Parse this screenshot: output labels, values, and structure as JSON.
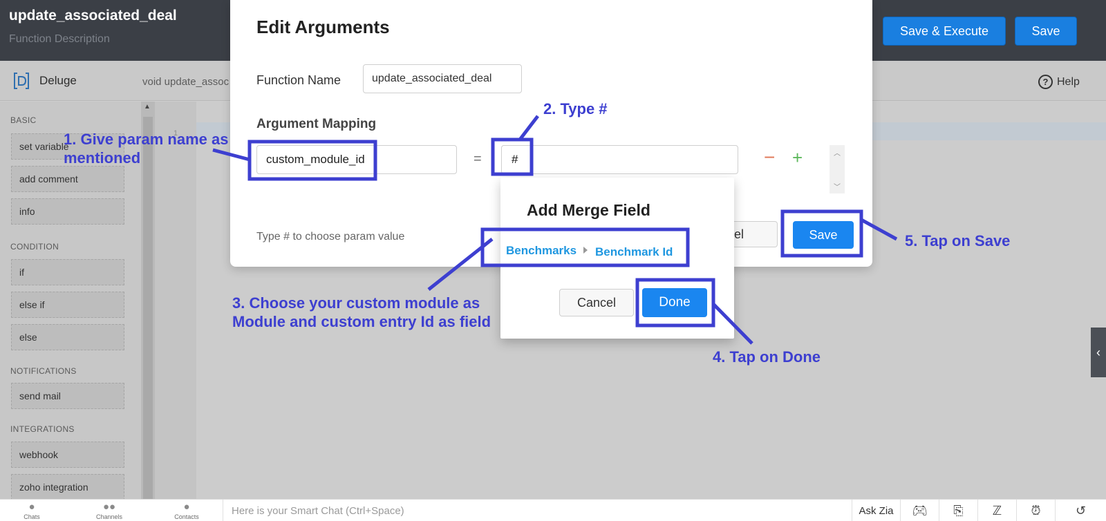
{
  "header": {
    "function_title": "update_associated_deal",
    "function_description": "Function Description",
    "save_execute_label": "Save & Execute",
    "save_label": "Save"
  },
  "subbar": {
    "editor_name": "Deluge",
    "signature_preview": "void  update_assoc",
    "help_label": "Help"
  },
  "sidebar": {
    "sections": [
      {
        "heading": "BASIC",
        "items": [
          "set variable",
          "add comment",
          "info"
        ]
      },
      {
        "heading": "CONDITION",
        "items": [
          "if",
          "else if",
          "else"
        ]
      },
      {
        "heading": "NOTIFICATIONS",
        "items": [
          "send mail"
        ]
      },
      {
        "heading": "INTEGRATIONS",
        "items": [
          "webhook",
          "zoho integration"
        ]
      }
    ]
  },
  "editor": {
    "line_number": "1"
  },
  "modal": {
    "title": "Edit Arguments",
    "function_name_label": "Function Name",
    "function_name_value": "update_associated_deal",
    "argument_mapping_label": "Argument Mapping",
    "param_name_value": "custom_module_id",
    "equals": "=",
    "param_value": "#",
    "minus": "−",
    "plus": "+",
    "hint": "Type # to choose param value",
    "cancel_label": "ncel",
    "save_label": "Save"
  },
  "merge_field": {
    "title": "Add Merge Field",
    "module": "Benchmarks",
    "field": "Benchmark Id",
    "cancel_label": "Cancel",
    "done_label": "Done"
  },
  "bottombar": {
    "nav": [
      "Chats",
      "Channels",
      "Contacts"
    ],
    "chat_placeholder": "Here is your Smart Chat (Ctrl+Space)",
    "ask_zia": "Ask Zia"
  },
  "annotations": {
    "step1": "1. Give param name as mentioned",
    "step2": "2. Type #",
    "step3": "3. Choose your custom module as Module and custom entry Id as field",
    "step4": "4. Tap on Done",
    "step5": "5. Tap on Save",
    "color": "#3d3fd0"
  },
  "colors": {
    "primary_button": "#1a86f0",
    "header_bg": "#3b3f46",
    "link_blue": "#1f97e0"
  }
}
